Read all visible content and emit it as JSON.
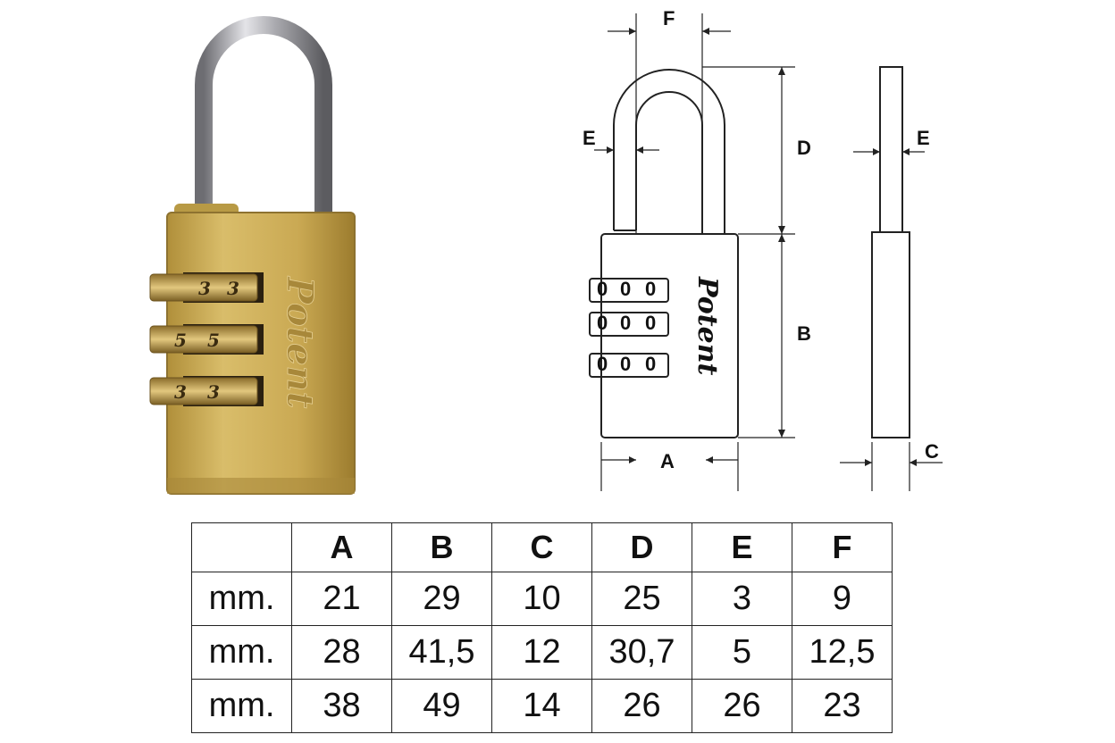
{
  "brand": "Potent",
  "dimension_letters": {
    "A": "A",
    "B": "B",
    "C": "C",
    "D": "D",
    "E": "E",
    "F": "F"
  },
  "table": {
    "headers": [
      "",
      "A",
      "B",
      "C",
      "D",
      "E",
      "F"
    ],
    "rows": [
      [
        "mm.",
        "21",
        "29",
        "10",
        "25",
        "3",
        "9"
      ],
      [
        "mm.",
        "28",
        "41,5",
        "12",
        "30,7",
        "5",
        "12,5"
      ],
      [
        "mm.",
        "38",
        "49",
        "14",
        "26",
        "26",
        "23"
      ]
    ]
  },
  "colors": {
    "brass": "#c9a94e",
    "shackle": "#b9b9bd",
    "line": "#222222"
  },
  "icons": {
    "photo": "brass-combination-padlock",
    "diagram": "padlock-technical-drawing"
  }
}
